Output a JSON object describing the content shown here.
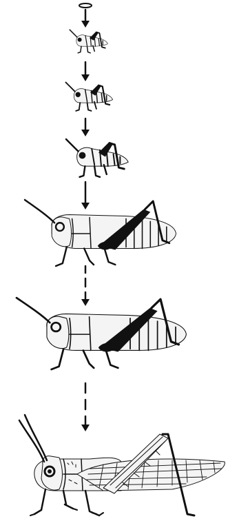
{
  "diagram": {
    "kind": "grasshopper-life-cycle",
    "stages": [
      {
        "name": "egg"
      },
      {
        "name": "nymph-instar-1"
      },
      {
        "name": "nymph-instar-2"
      },
      {
        "name": "nymph-instar-3"
      },
      {
        "name": "nymph-instar-4"
      },
      {
        "name": "nymph-instar-5"
      },
      {
        "name": "adult"
      }
    ],
    "colors": {
      "ink": "#111111",
      "background": "#ffffff"
    }
  }
}
